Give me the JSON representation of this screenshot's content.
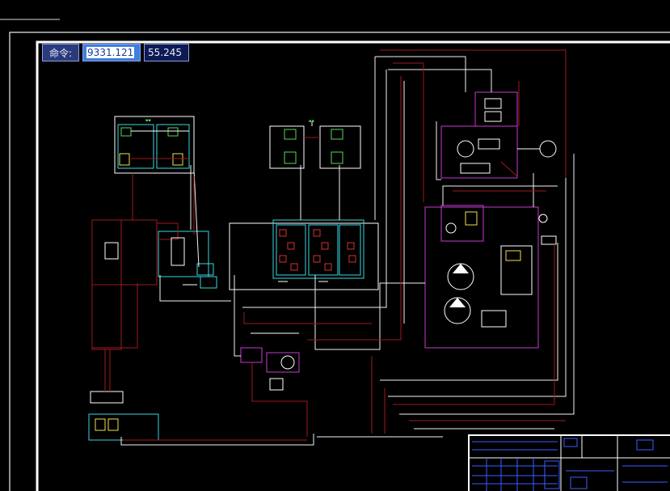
{
  "command": {
    "label": "命令:",
    "value_x": "9331.121",
    "value_y": "55.245"
  },
  "colors": {
    "frame": "#ffffff",
    "line_red": "#a11a1a",
    "line_white": "#f2f2f2",
    "cyan": "#39d9e0",
    "magenta": "#c83ad0",
    "title_blue": "#3b5cff",
    "accent_green": "#5bd45b"
  }
}
